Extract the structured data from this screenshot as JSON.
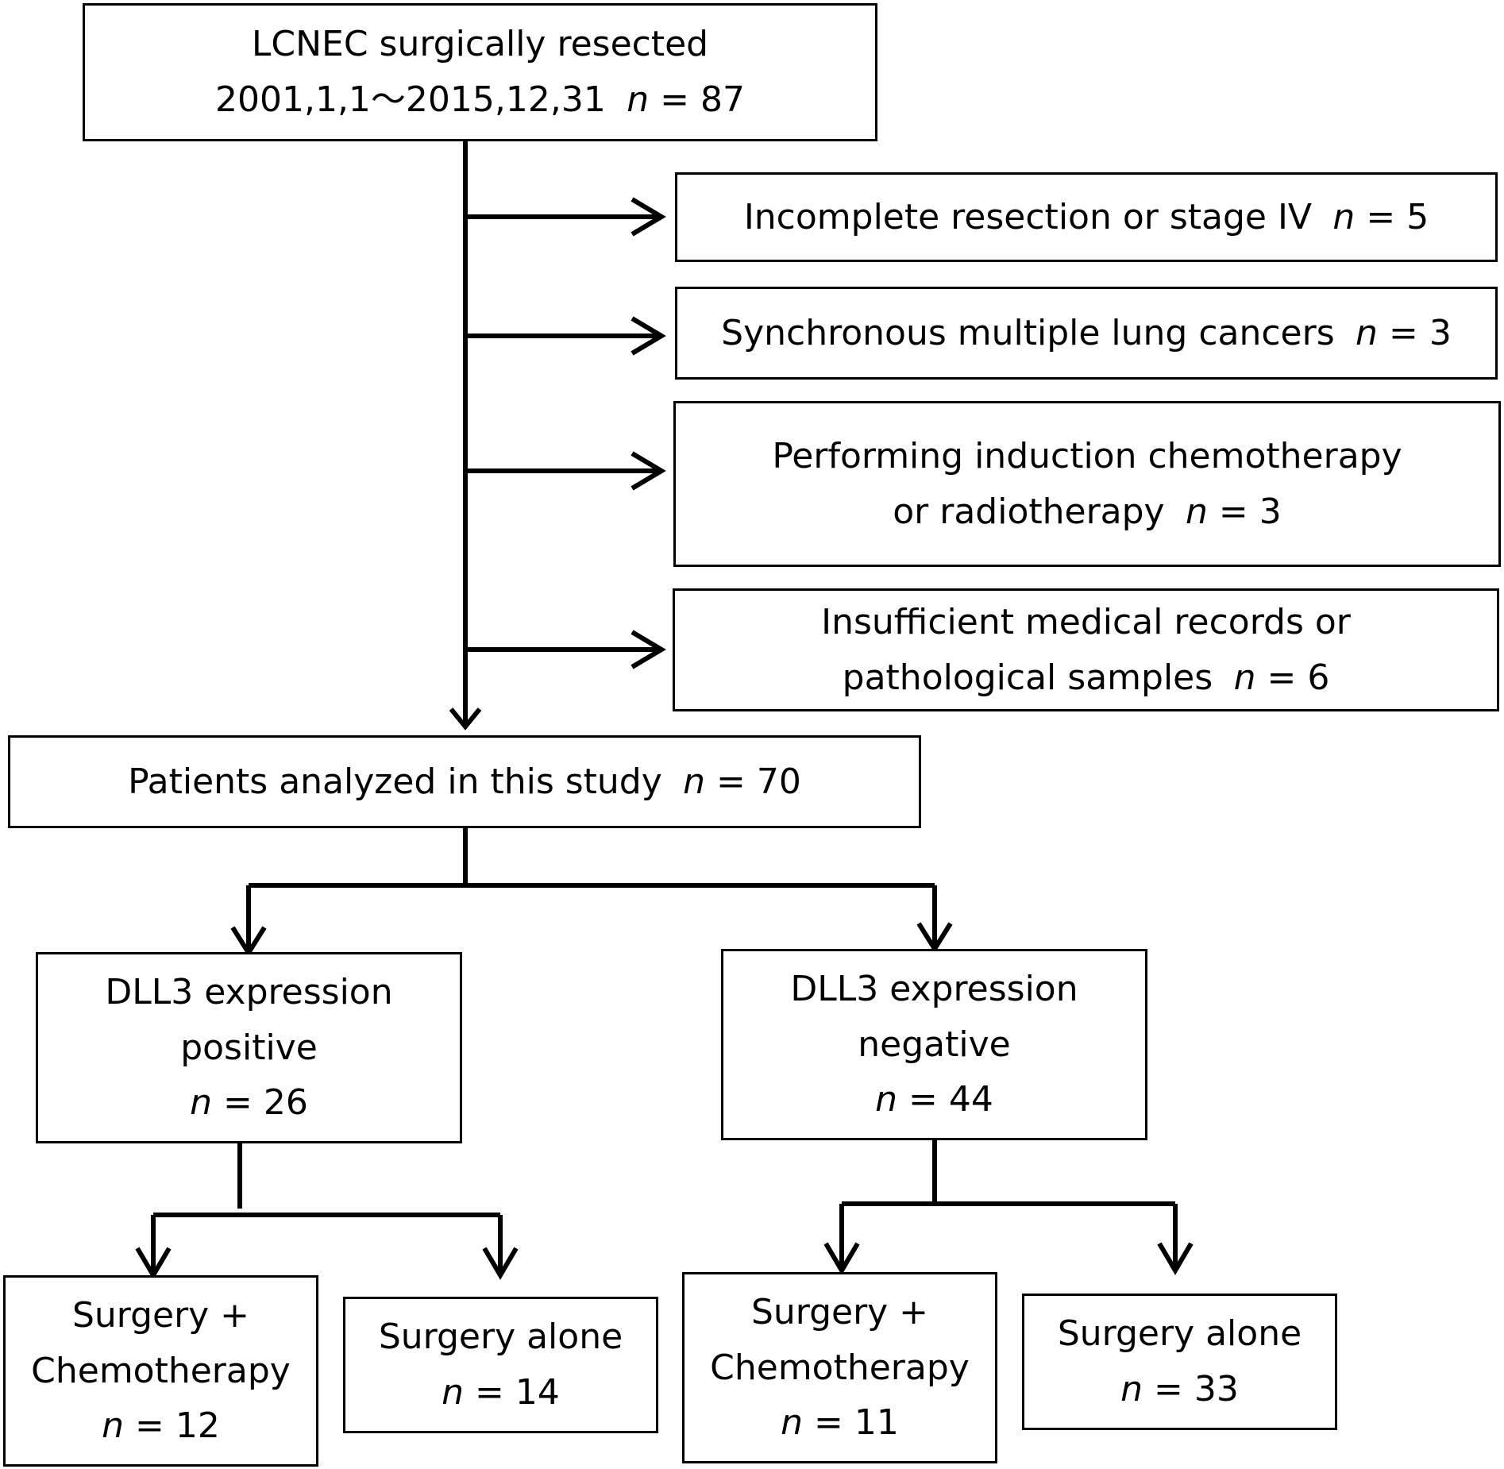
{
  "start": {
    "line1": "LCNEC surgically resected",
    "line2": "2001,1,1～2015,12,31",
    "n": "87"
  },
  "exclusions": [
    {
      "lines": [
        "Incomplete resection or stage IV"
      ],
      "n": "5"
    },
    {
      "lines": [
        "Synchronous multiple lung cancers"
      ],
      "n": "3"
    },
    {
      "lines": [
        "Performing induction chemotherapy",
        "or radiotherapy"
      ],
      "n": "3"
    },
    {
      "lines": [
        "Insufficient medical records or",
        "pathological samples"
      ],
      "n": "6"
    }
  ],
  "analyzed": {
    "label": "Patients analyzed in this study",
    "n": "70"
  },
  "positive": {
    "line1": "DLL3 expression",
    "line2": "positive",
    "n": "26"
  },
  "negative": {
    "line1": "DLL3 expression",
    "line2": "negative",
    "n": "44"
  },
  "pos_chemo": {
    "line1": "Surgery +",
    "line2": "Chemotherapy",
    "n": "12"
  },
  "pos_alone": {
    "line1": "Surgery alone",
    "n": "14"
  },
  "neg_chemo": {
    "line1": "Surgery +",
    "line2": "Chemotherapy",
    "n": "11"
  },
  "neg_alone": {
    "line1": "Surgery alone",
    "n": "33"
  },
  "n_symbol": "n",
  "equals": "="
}
